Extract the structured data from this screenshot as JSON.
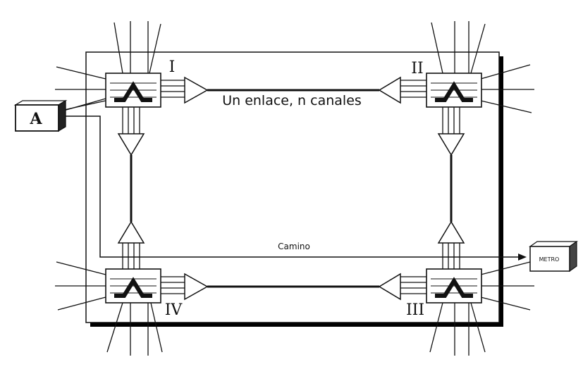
{
  "nodes": {
    "I": "I",
    "II": "II",
    "III": "III",
    "IV": "IV"
  },
  "link_label": "Un enlace, n canales",
  "path_label": "Camino",
  "source_box": "A",
  "destination_box": "METRO"
}
